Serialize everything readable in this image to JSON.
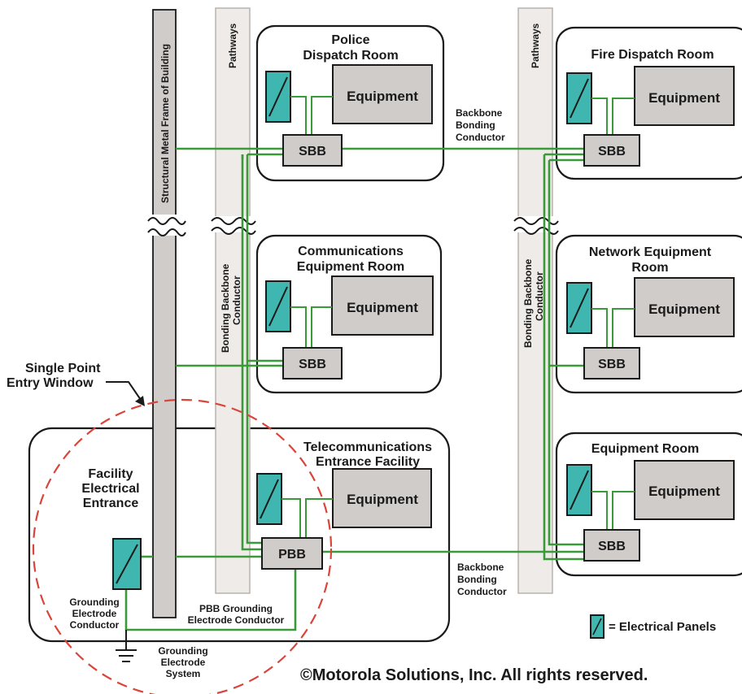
{
  "labels": {
    "structural_frame": "Structural Metal Frame of Building",
    "pathways_1": "Pathways",
    "pathways_2": "Pathways",
    "bonding_backbone_1a": "Bonding Backbone",
    "bonding_backbone_1b": "Conductor",
    "bonding_backbone_2a": "Bonding Backbone",
    "bonding_backbone_2b": "Conductor",
    "backbone_top": [
      "Backbone",
      "Bonding",
      "Conductor"
    ],
    "backbone_bottom": [
      "Backbone",
      "Bonding",
      "Conductor"
    ],
    "single_point": [
      "Single Point",
      "Entry Window"
    ],
    "facility_electrical": [
      "Facility",
      "Electrical",
      "Entrance"
    ],
    "grounding_conductor": [
      "Grounding",
      "Electrode",
      "Conductor"
    ],
    "grounding_system": [
      "Grounding",
      "Electrode",
      "System"
    ],
    "pbb_grounding": [
      "PBB Grounding",
      "Electrode Conductor"
    ],
    "legend": "= Electrical Panels",
    "copyright": "©Motorola Solutions, Inc. All rights reserved."
  },
  "rooms": {
    "police": {
      "title": [
        "Police",
        "Dispatch Room"
      ],
      "equipment": "Equipment",
      "bar": "SBB"
    },
    "fire": {
      "title": [
        "Fire Dispatch Room"
      ],
      "equipment": "Equipment",
      "bar": "SBB"
    },
    "comms": {
      "title": [
        "Communications",
        "Equipment Room"
      ],
      "equipment": "Equipment",
      "bar": "SBB"
    },
    "network": {
      "title": [
        "Network Equipment",
        "Room"
      ],
      "equipment": "Equipment",
      "bar": "SBB"
    },
    "telecom": {
      "title": [
        "Telecommunications",
        "Entrance Facility"
      ],
      "equipment": "Equipment",
      "bar": "PBB"
    },
    "equipment_room": {
      "title": [
        "Equipment Room"
      ],
      "equipment": "Equipment",
      "bar": "SBB"
    }
  },
  "colors": {
    "wire": "#3a9a3a",
    "panel": "#3fb7b0",
    "equipment": "#d0ccca",
    "pathway": "#efebe8",
    "entry_window": "#d9453a"
  }
}
